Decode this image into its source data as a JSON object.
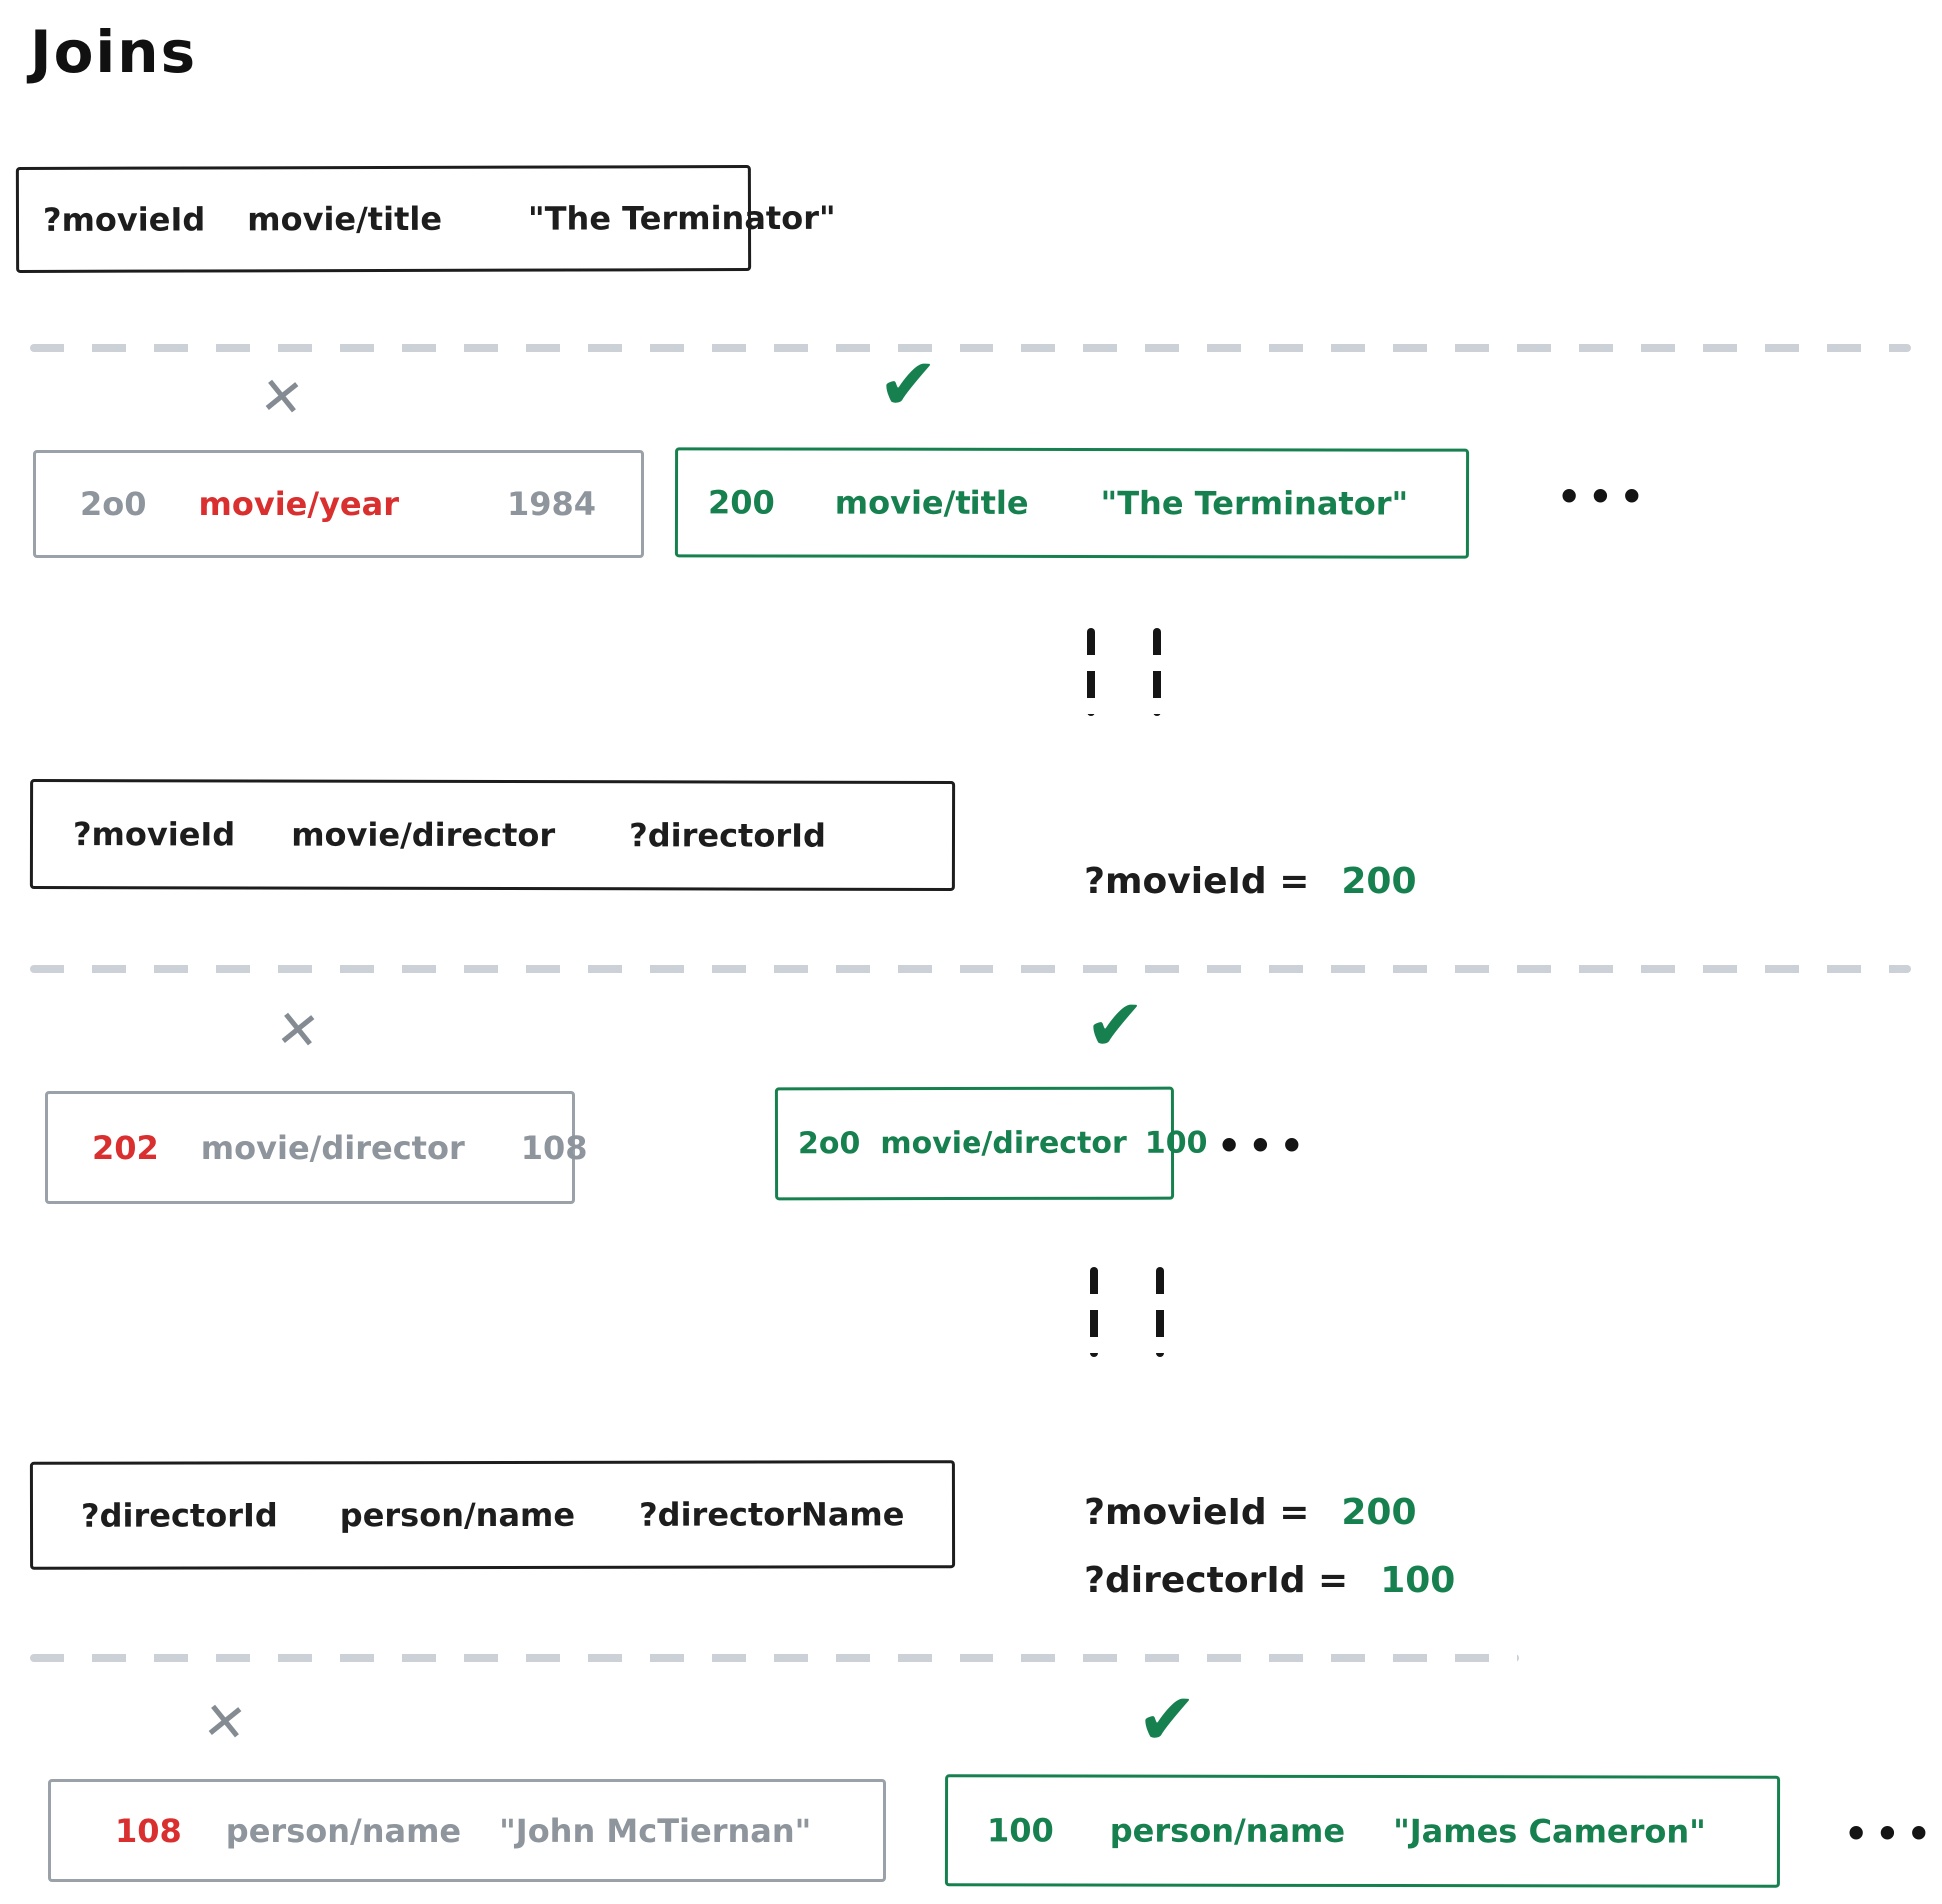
{
  "title": "Joins",
  "icons": {
    "x": "✕",
    "check": "✔",
    "ellipsis": "•••"
  },
  "colors": {
    "ink": "#1d1d1d",
    "accept_green": "#17804f",
    "reject_red": "#d92f2f",
    "muted_gray": "#8e959c",
    "divider_gray": "#ccd1d7"
  },
  "pattern1": {
    "s": "?movieId",
    "p": "movie/title",
    "o": "\"The Terminator\""
  },
  "row1": {
    "reject": {
      "s": "2o0",
      "p": "movie/year",
      "o": "1984"
    },
    "accept": {
      "s": "200",
      "p": "movie/title",
      "o": "\"The Terminator\""
    }
  },
  "pattern2": {
    "s": "?movieId",
    "p": "movie/director",
    "o": "?directorId"
  },
  "binding_after1": {
    "label": "?movieId =",
    "value": "200"
  },
  "row2": {
    "reject": {
      "s": "202",
      "p": "movie/director",
      "o": "108"
    },
    "accept": {
      "s": "2o0",
      "p": "movie/director",
      "o": "100"
    }
  },
  "pattern3": {
    "s": "?directorId",
    "p": "person/name",
    "o": "?directorName"
  },
  "bindings_after2": [
    {
      "label": "?movieId =",
      "value": "200"
    },
    {
      "label": "?directorId =",
      "value": "100"
    }
  ],
  "row3": {
    "reject": {
      "s": "108",
      "p": "person/name",
      "o": "\"John McTiernan\""
    },
    "accept": {
      "s": "100",
      "p": "person/name",
      "o": "\"James Cameron\""
    }
  }
}
